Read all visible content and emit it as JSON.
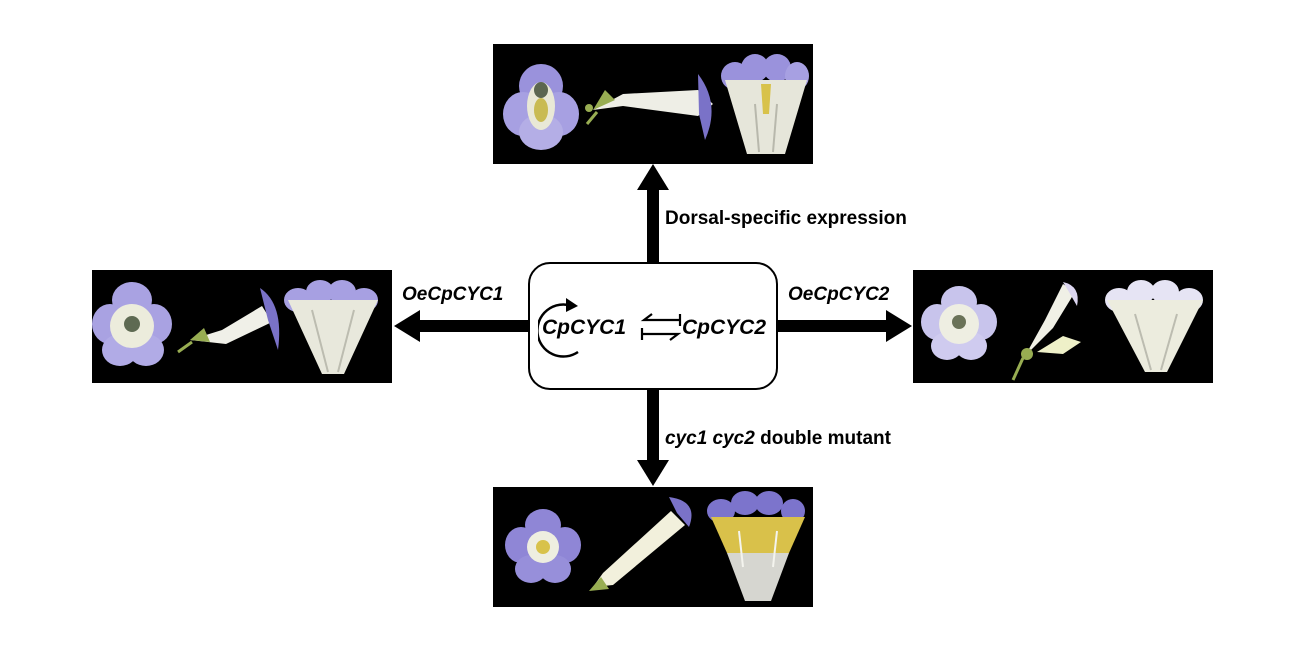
{
  "center": {
    "gene1": "CpCYC1",
    "gene2": "CpCYC2"
  },
  "labels": {
    "top": "Dorsal-specific expression",
    "left": "OeCpCYC1",
    "right": "OeCpCYC2",
    "bottom_italic": "cyc1 cyc2",
    "bottom_rest": " double mutant"
  },
  "colors": {
    "petal_violet": "#8e86d6",
    "petal_white": "#f2f2ec",
    "tube_yellow": "#d8c24a",
    "sepal_green": "#a4b85a",
    "background": "#000000"
  }
}
